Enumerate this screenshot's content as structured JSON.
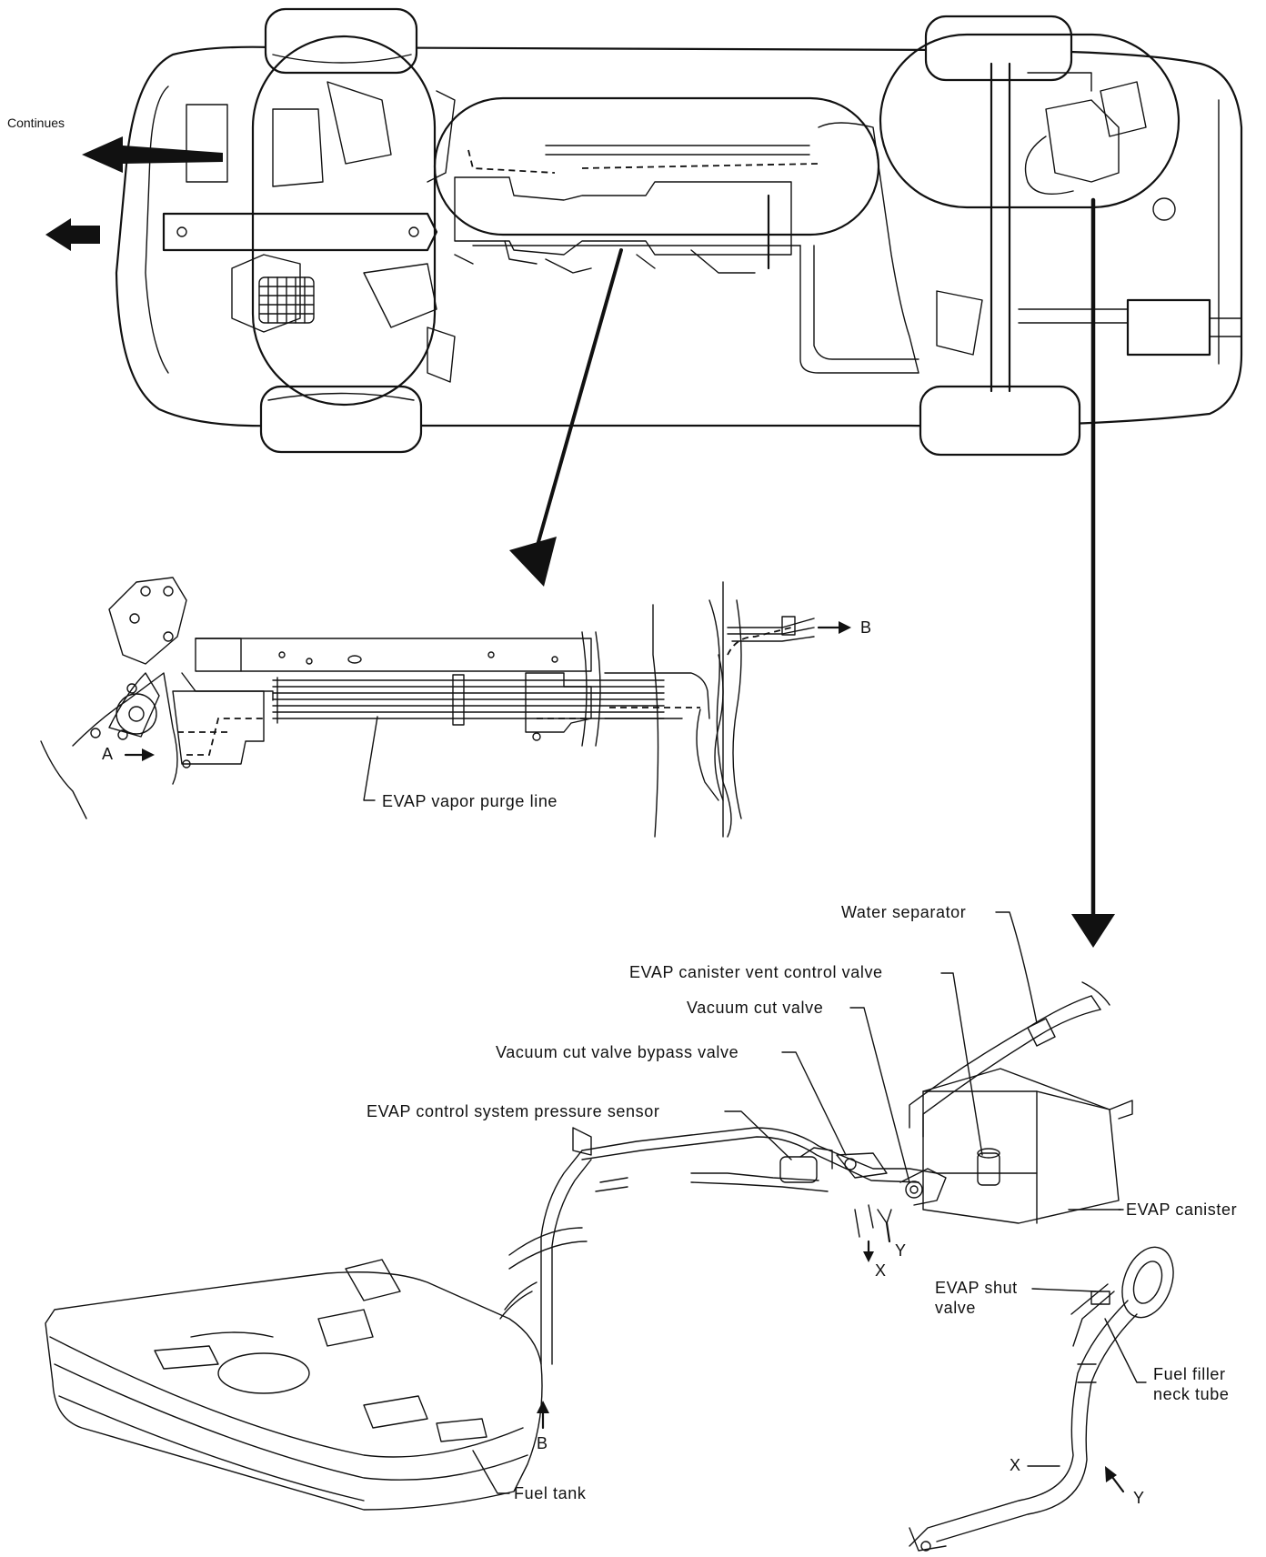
{
  "labels": {
    "continues": "Continues",
    "point_a": "A",
    "point_b_top": "B",
    "evap_vapor_purge_line": "EVAP vapor purge line",
    "water_separator": "Water separator",
    "evap_canister_vent_control_valve": "EVAP canister vent control valve",
    "vacuum_cut_valve": "Vacuum cut valve",
    "vacuum_cut_valve_bypass_valve": "Vacuum cut valve bypass valve",
    "evap_control_system_pressure_sensor": "EVAP control system pressure sensor",
    "evap_canister": "EVAP canister",
    "point_x_center": "X",
    "point_y_center": "Y",
    "evap_shut_valve": "EVAP shut\nvalve",
    "fuel_filler_neck_tube": "Fuel filler\nneck tube",
    "point_b_bottom": "B",
    "fuel_tank": "Fuel tank",
    "point_x_right": "X",
    "point_y_right": "Y"
  }
}
